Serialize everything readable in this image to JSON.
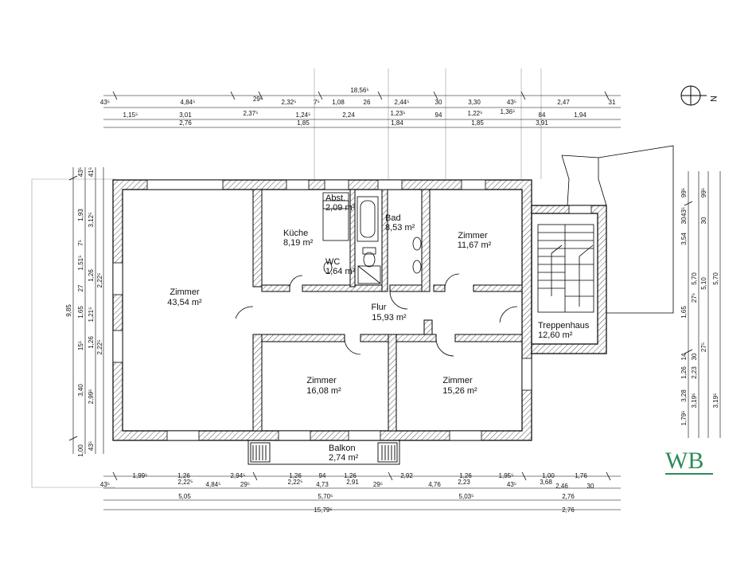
{
  "rooms": [
    {
      "name": "Zimmer",
      "area": "43,54 m²"
    },
    {
      "name": "Küche",
      "area": "8,19 m²"
    },
    {
      "name": "Abst.",
      "area": "2,09 m²"
    },
    {
      "name": "Bad",
      "area": "8,53 m²"
    },
    {
      "name": "WC",
      "area": "1,64 m²"
    },
    {
      "name": "Zimmer",
      "area": "11,67 m²"
    },
    {
      "name": "Flur",
      "area": "15,93 m²"
    },
    {
      "name": "Zimmer",
      "area": "16,08 m²"
    },
    {
      "name": "Zimmer",
      "area": "15,26 m²"
    },
    {
      "name": "Treppenhaus",
      "area": "12,60 m²"
    },
    {
      "name": "Balkon",
      "area": "2,74 m²"
    }
  ],
  "dimensions": {
    "top_total": "18,56⁵",
    "top_row1": [
      "43⁵",
      "4,84⁵",
      "29⁵",
      "2,32⁵",
      "7⁵",
      "1,08",
      "26",
      "2,44⁵",
      "30",
      "3,30",
      "43⁵",
      "2,47",
      "31"
    ],
    "top_row2": [
      "1,15⁵",
      "3,01",
      "2,37⁵",
      "1,24⁵",
      "2,24",
      "1,23⁵",
      "94",
      "1,22⁵",
      "1,36⁵",
      "84",
      "1,94"
    ],
    "top_row3": [
      "2,76",
      "1,85",
      "1,84",
      "1,85",
      "3,91"
    ],
    "bottom_row1": [
      "1,99⁵",
      "1,26",
      "2,94⁵",
      "1,26",
      "94",
      "1,26",
      "2,92",
      "1,26",
      "1,95⁵",
      "1,00",
      "1,76"
    ],
    "bottom_row2": [
      "43⁵",
      "2,22⁵",
      "4,84⁵",
      "29⁵",
      "2,22⁵",
      "4,73",
      "2,91",
      "29⁵",
      "4,76",
      "2,23",
      "43⁵",
      "3,68",
      "2,46",
      "30"
    ],
    "bottom_row3": [
      "5,05",
      "5,70⁵",
      "5,03⁵",
      "2,76"
    ],
    "bottom_total": "15,79⁵",
    "bottom_right": "2,76",
    "left_total": "9,85",
    "left_col1": [
      "1,93",
      "7⁵",
      "1,51⁵",
      "27",
      "1,65",
      "15⁵",
      "3,40",
      "1,00"
    ],
    "left_col2": [
      "3,12⁵",
      "1,26",
      "1,21⁵",
      "1,26",
      "2,99⁵",
      "43⁵"
    ],
    "left_col3": [
      "43⁵",
      "41⁵",
      "2,22⁵",
      "2,22⁵"
    ],
    "right_col1": [
      "99⁵",
      "43⁵",
      "30",
      "3,54",
      "1,65",
      "14",
      "1,26",
      "3,28",
      "1,79⁵"
    ],
    "right_col2": [
      "5,70",
      "27⁵",
      "2,23",
      "3,19⁵",
      "30"
    ],
    "right_col3": [
      "99⁵",
      "5,10",
      "5,70",
      "3,19⁵",
      "27⁵",
      "30"
    ]
  },
  "compass": {
    "label": "N"
  },
  "logo": {
    "text": "WB"
  }
}
